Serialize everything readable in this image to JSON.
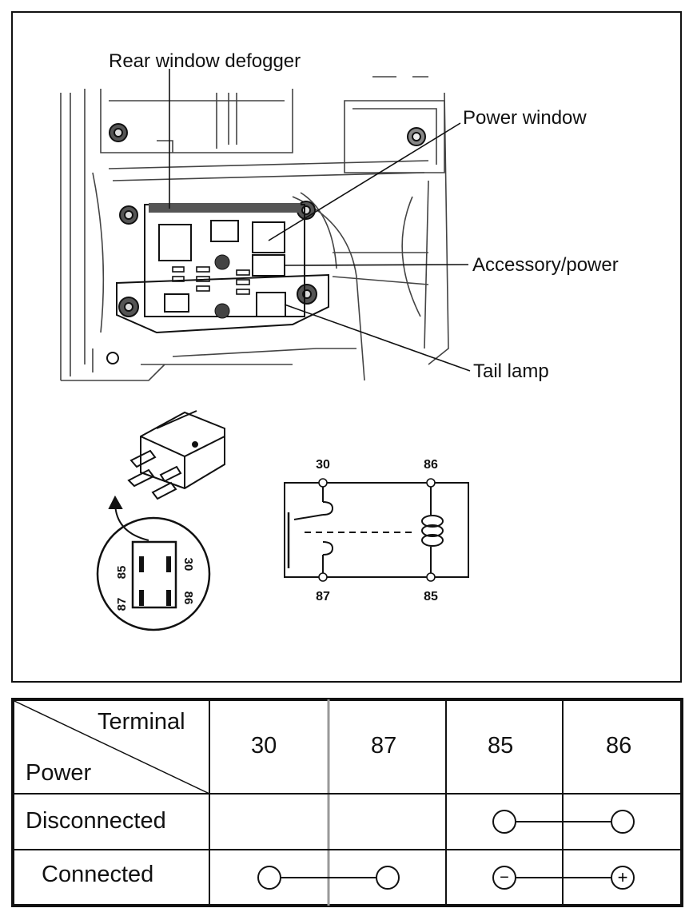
{
  "labels": {
    "rear_window_defogger": "Rear window defogger",
    "power_window": "Power window",
    "accessory_power": "Accessory/power",
    "tail_lamp": "Tail lamp"
  },
  "connector_pins": {
    "p85": "85",
    "p30": "30",
    "p87": "87",
    "p86": "86"
  },
  "schematic_terminals": {
    "t30": "30",
    "t86": "86",
    "t87": "87",
    "t85": "85"
  },
  "table": {
    "header_terminal": "Terminal",
    "header_power": "Power",
    "columns": [
      "30",
      "87",
      "85",
      "86"
    ],
    "rows": [
      {
        "label": "Disconnected",
        "continuity": [
          "85",
          "86"
        ]
      },
      {
        "label": "Connected",
        "continuity": [
          "30",
          "87"
        ],
        "polarity": {
          "85": "−",
          "86": "+"
        }
      }
    ]
  }
}
